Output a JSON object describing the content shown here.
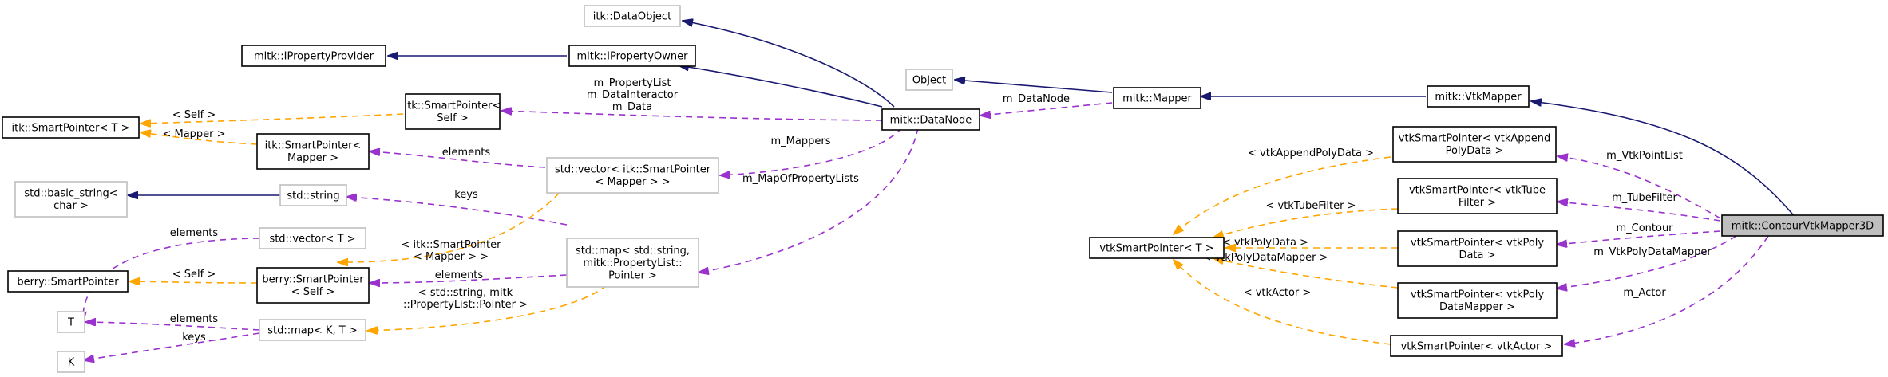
{
  "colors": {
    "inheritance": "#191970",
    "usage": "#9a32cd",
    "template": "#ffa500",
    "documented_border": "#000000",
    "undocumented_border": "#bfbfbf",
    "focus_fill": "#bfbfbf"
  },
  "nodes": {
    "itk_dataobject": [
      "itk::DataObject"
    ],
    "mitk_ipropertyprovider": [
      "mitk::IPropertyProvider"
    ],
    "mitk_ipropertyowner": [
      "mitk::IPropertyOwner"
    ],
    "object": [
      "Object"
    ],
    "mitk_mapper": [
      "mitk::Mapper"
    ],
    "mitk_vtkmapper": [
      "mitk::VtkMapper"
    ],
    "itk_smartpointer_self": [
      "itk::SmartPointer<",
      "Self >"
    ],
    "itk_smartpointer_t": [
      "itk::SmartPointer< T >"
    ],
    "mitk_datanode": [
      "mitk::DataNode"
    ],
    "itk_smartpointer_mapper": [
      "itk::SmartPointer<",
      "Mapper >"
    ],
    "std_vector_mapper": [
      "std::vector< itk::SmartPointer",
      "< Mapper > >"
    ],
    "vtk_sp_appendpolydata": [
      "vtkSmartPointer< vtkAppend",
      "PolyData >"
    ],
    "std_basic_string": [
      "std::basic_string<",
      "char >"
    ],
    "std_string": [
      "std::string"
    ],
    "vtk_sp_tubefilter": [
      "vtkSmartPointer< vtkTube",
      "Filter >"
    ],
    "mitk_contourvtkmapper3d": [
      "mitk::ContourVtkMapper3D"
    ],
    "std_vector_t": [
      "std::vector< T >"
    ],
    "std_map_property": [
      "std::map< std::string,",
      "mitk::PropertyList::",
      "Pointer >"
    ],
    "vtk_sp_t": [
      "vtkSmartPointer< T >"
    ],
    "vtk_sp_polydata": [
      "vtkSmartPointer< vtkPoly",
      "Data >"
    ],
    "berry_smartpointer": [
      "berry::SmartPointer"
    ],
    "berry_smartpointer_self": [
      "berry::SmartPointer",
      "< Self >"
    ],
    "t": [
      "T"
    ],
    "vtk_sp_polydatamapper": [
      "vtkSmartPointer< vtkPoly",
      "DataMapper >"
    ],
    "std_map_kt": [
      "std::map< K, T >"
    ],
    "k": [
      "K"
    ],
    "vtk_sp_actor": [
      "vtkSmartPointer< vtkActor >"
    ]
  },
  "edge_labels": {
    "self_itk": "< Self >",
    "mapper_itk": "< Mapper >",
    "datanode_members": [
      "m_PropertyList",
      "m_DataInteractor",
      "m_Data"
    ],
    "mappers": "m_Mappers",
    "datanode_mapper": "m_DataNode",
    "elements_vector": "elements",
    "keys_string": "keys",
    "map_of_property_lists": "m_MapOfPropertyLists",
    "vtkappend": "< vtkAppendPolyData >",
    "point_list": "m_VtkPointList",
    "vtktube": "< vtkTubeFilter >",
    "tube_filter": "m_TubeFilter",
    "contour": "m_Contour",
    "polydatamapper_member": "m_VtkPolyDataMapper",
    "vtkpolydata": "< vtkPolyData >",
    "vtkpolydatamapper": "< vtkPolyDataMapper >",
    "vtkactor": "< vtkActor >",
    "actor": "m_Actor",
    "elements_t": "elements",
    "itk_mapper_vector": [
      "< itk::SmartPointer",
      "< Mapper > >"
    ],
    "self_berry": "< Self >",
    "elements_berry": "elements",
    "elements_map_kt": "elements",
    "keys_k": "keys",
    "string_mitk": [
      "< std::string, mitk",
      "::PropertyList::Pointer >"
    ]
  }
}
